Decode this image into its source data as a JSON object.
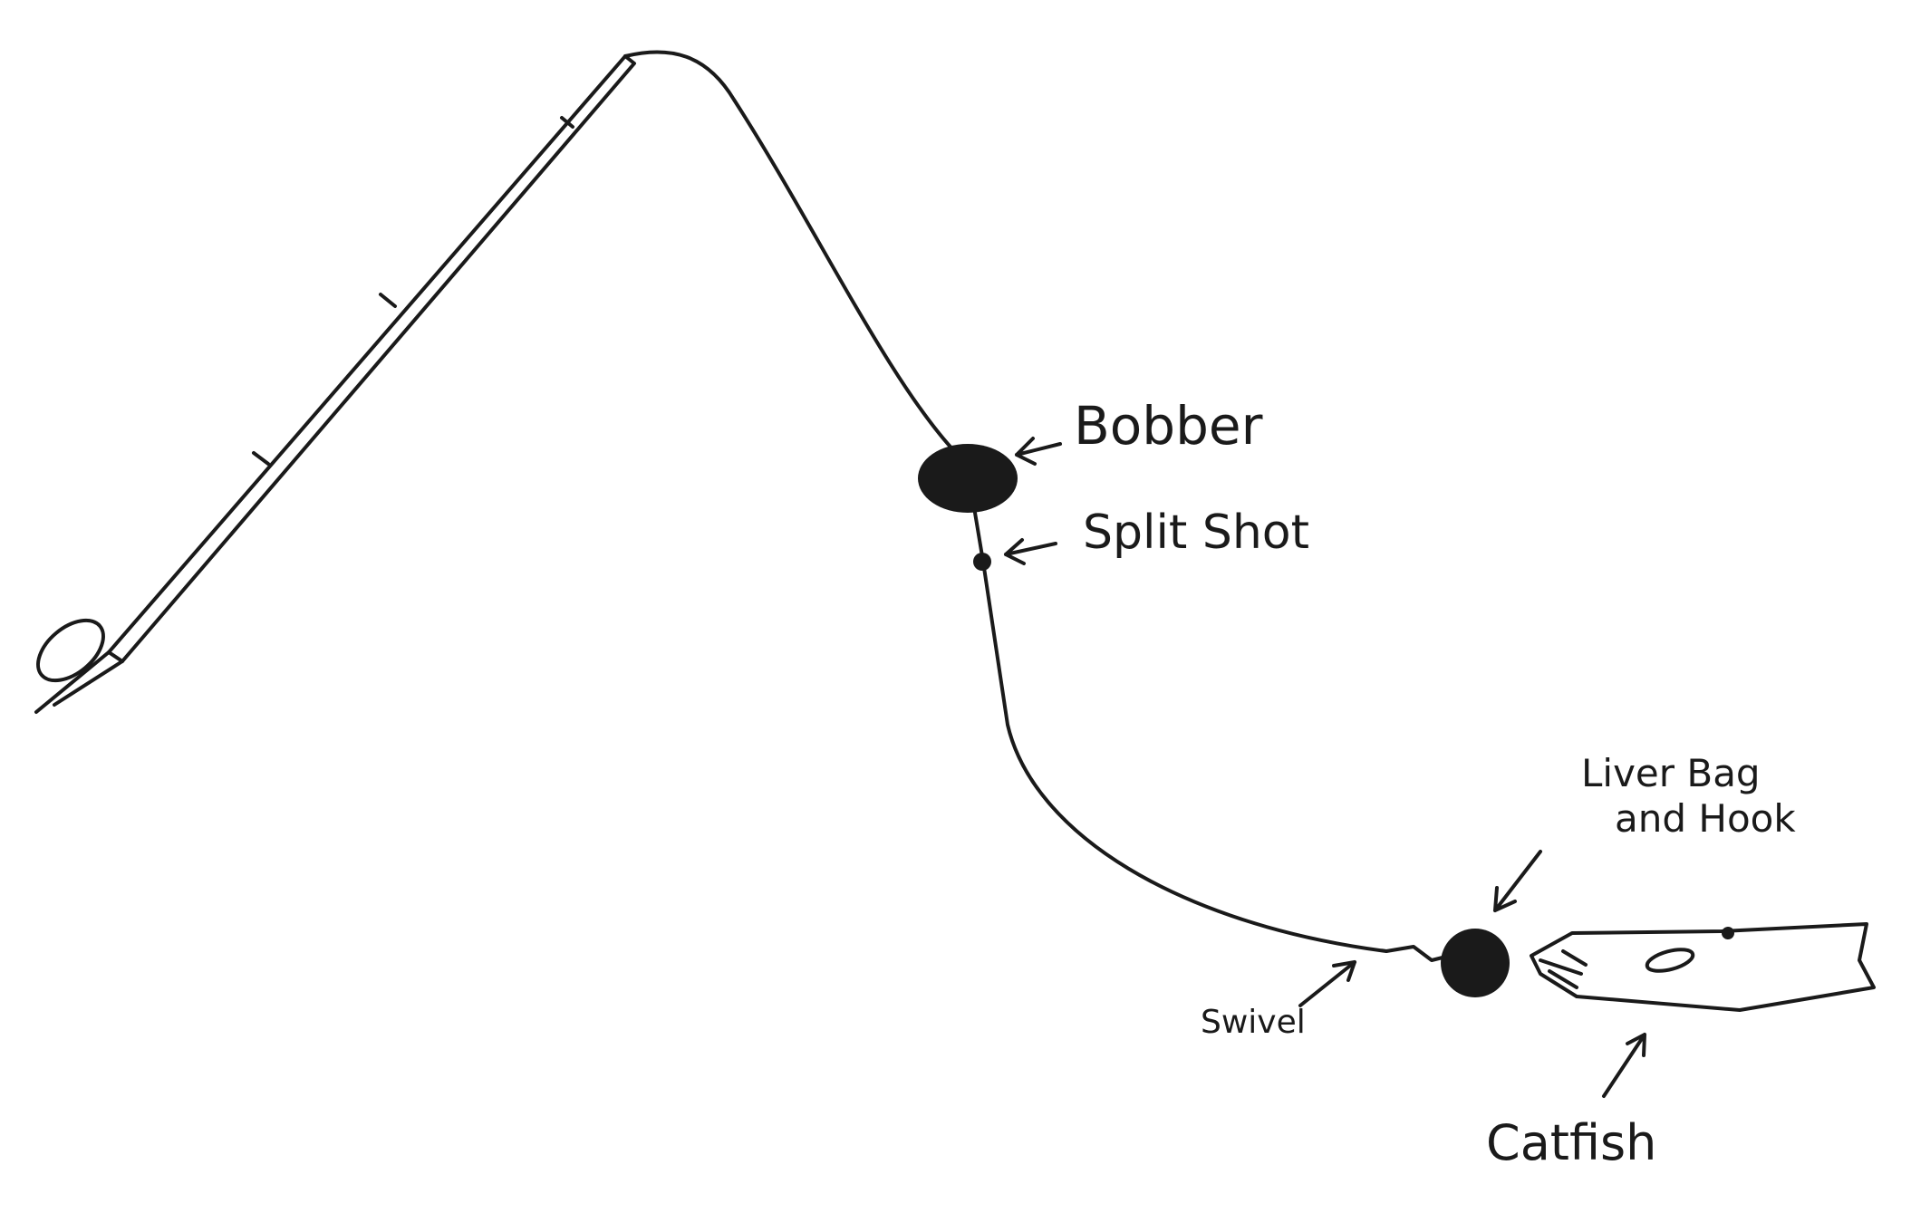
{
  "diagram": {
    "labels": {
      "bobber": "Bobber",
      "split_shot": "Split Shot",
      "liver_bag_line1": "Liver Bag",
      "liver_bag_line2": "and Hook",
      "swivel": "Swivel",
      "catfish": "Catfish"
    },
    "colors": {
      "ink": "#1a1a1a",
      "background": "#ffffff"
    }
  }
}
